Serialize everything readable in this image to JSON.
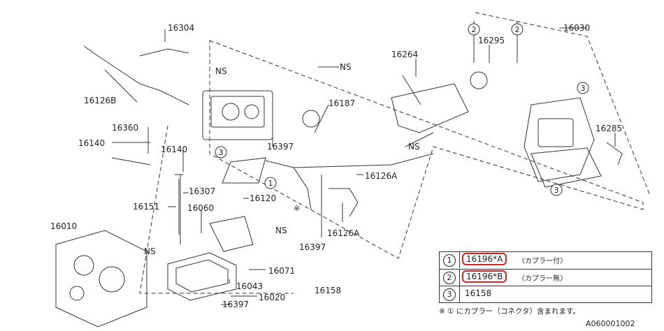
{
  "part_labels": {
    "p16304": "16304",
    "p16126B": "16126B",
    "p16360": "16360",
    "p16140a": "16140",
    "p16140b": "16140",
    "p16151": "16151",
    "p16307": "16307",
    "p16060": "16060",
    "p16120": "16120",
    "p16010": "16010",
    "p16071": "16071",
    "p16043": "16043",
    "p16397a": "16397",
    "p16397b": "16397",
    "p16397c": "16397",
    "p16020": "16020",
    "p16158": "16158",
    "p16187": "16187",
    "p16264": "16264",
    "p16295": "16295",
    "p16030": "16030",
    "p16285": "16285",
    "p16126Aa": "16126A",
    "p16126Ab": "16126A"
  },
  "ns_labels": [
    "NS",
    "NS",
    "NS",
    "NS",
    "NS"
  ],
  "circle_markers": {
    "c1": "1",
    "c2a": "2",
    "c2b": "2",
    "c3a": "3",
    "c3b": "3",
    "c3c": "3"
  },
  "asterisk_mark": "※",
  "legend": {
    "rows": [
      {
        "num": "1",
        "code": "16196*A",
        "desc": "〈カプラー付〉"
      },
      {
        "num": "2",
        "code": "16196*B",
        "desc": "〈カプラー無〉"
      },
      {
        "num": "3",
        "code": "16158",
        "desc": ""
      }
    ]
  },
  "note": "※ ① にカプラー（コネクタ）含まれます。",
  "reference_code": "A060001002",
  "colors": {
    "highlight": "#d42323",
    "line": "#333333"
  }
}
